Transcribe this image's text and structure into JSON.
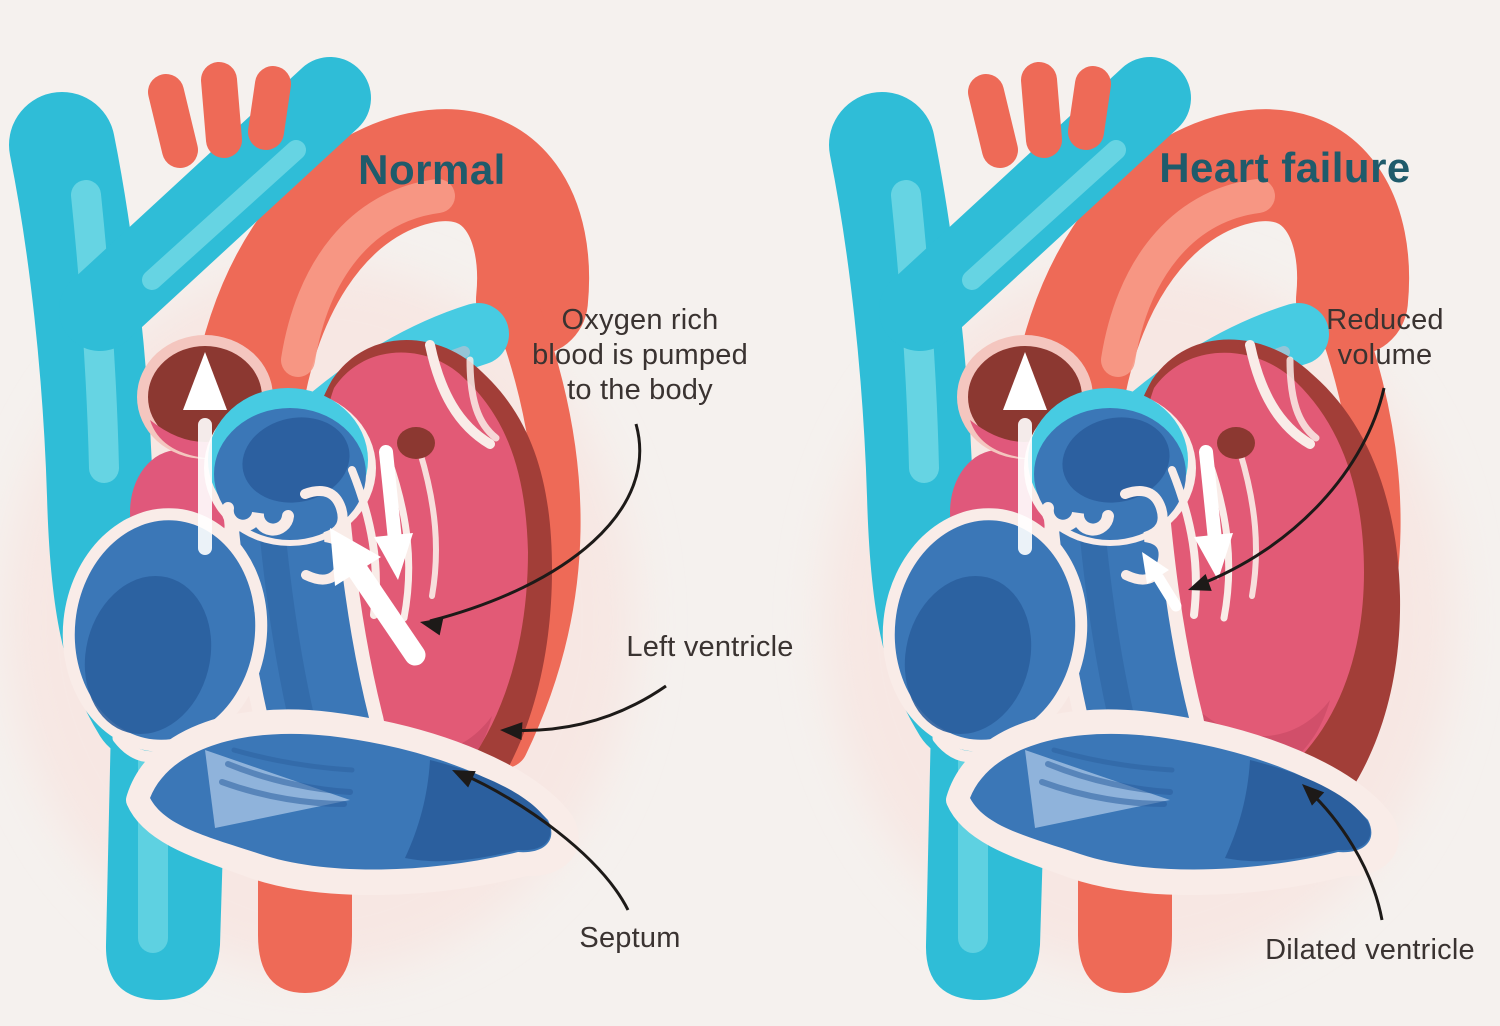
{
  "figure": {
    "type": "medical-comparison-diagram",
    "subject": "Normal heart vs heart failure (dilated cardiomyopathy) cross-section"
  },
  "panels": {
    "normal": {
      "title": "Normal",
      "annotations": {
        "oxygen_line1": "Oxygen rich",
        "oxygen_line2": "blood is pumped",
        "oxygen_line3": "to the body",
        "left_ventricle": "Left ventricle",
        "septum": "Septum"
      }
    },
    "failure": {
      "title": "Heart failure",
      "annotations": {
        "reduced_line1": "Reduced",
        "reduced_line2": "volume",
        "dilated": "Dilated ventricle"
      }
    }
  },
  "colors": {
    "background": "#f5f1ee",
    "title_text": "#1f5b6b",
    "label_text": "#3a3331",
    "annotation_line": "#1d1a18",
    "vein_teal": "#2fbdd7",
    "vein_teal_light": "#7edee8",
    "artery_red": "#ee6a57",
    "artery_red_light": "#f79b88",
    "chamber_pink": "#e25a76",
    "muscle_dark_red": "#a23e38",
    "vessel_interior": "#8c3831",
    "right_heart_blue": "#3b77b7",
    "right_heart_blue_dark": "#2b5f9e",
    "trabeculae_pale_blue": "#93b6dc",
    "pulmonary_cyan": "#47cbe2",
    "outline_cream": "#f9ece8",
    "flow_arrow": "#ffffff"
  }
}
